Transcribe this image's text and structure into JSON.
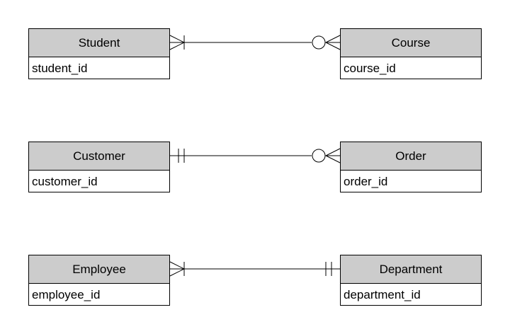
{
  "entities": [
    {
      "name": "Student",
      "attribute": "student_id"
    },
    {
      "name": "Course",
      "attribute": "course_id"
    },
    {
      "name": "Customer",
      "attribute": "customer_id"
    },
    {
      "name": "Order",
      "attribute": "order_id"
    },
    {
      "name": "Employee",
      "attribute": "employee_id"
    },
    {
      "name": "Department",
      "attribute": "department_id"
    }
  ],
  "relationships": [
    {
      "from": "Student",
      "to": "Course",
      "from_cardinality": "one-or-many",
      "to_cardinality": "zero-or-many"
    },
    {
      "from": "Customer",
      "to": "Order",
      "from_cardinality": "exactly-one",
      "to_cardinality": "zero-or-many"
    },
    {
      "from": "Employee",
      "to": "Department",
      "from_cardinality": "one-or-many",
      "to_cardinality": "exactly-one"
    }
  ]
}
